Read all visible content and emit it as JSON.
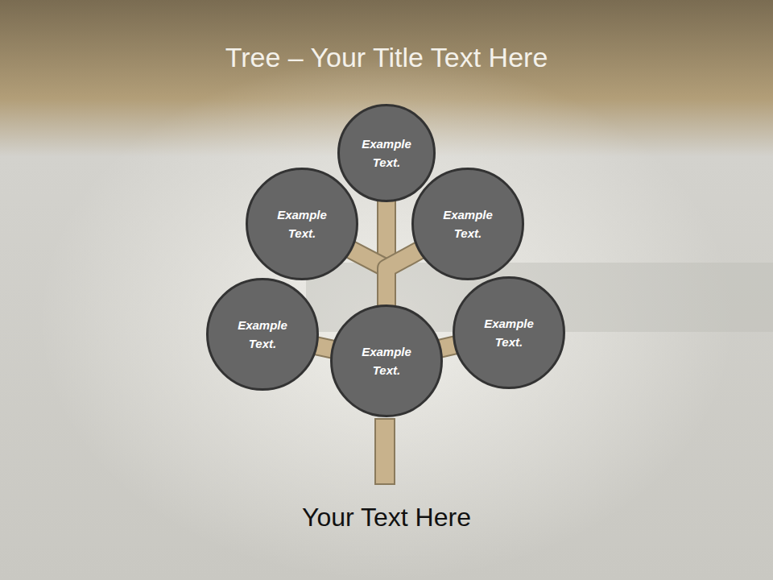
{
  "diagram": {
    "title": "Tree – Your Title Text Here",
    "caption": "Your Text Here",
    "nodes": [
      {
        "text": [
          "Example Text."
        ]
      },
      {
        "text": [
          "Example Text."
        ]
      },
      {
        "text": [
          "Example Text."
        ]
      },
      {
        "text": [
          "Example Text."
        ]
      },
      {
        "text": [
          "Example Text."
        ]
      },
      {
        "text": [
          "Example Text."
        ]
      }
    ],
    "edges": [
      {
        "from": 4,
        "to": 0,
        "arrow": "none"
      },
      {
        "from": 4,
        "to": 1,
        "arrow": "none"
      },
      {
        "from": 4,
        "to": 2,
        "arrow": "none"
      },
      {
        "from": 4,
        "to": 3,
        "arrow": "none"
      },
      {
        "from": 4,
        "to": 5,
        "arrow": "none"
      }
    ]
  }
}
